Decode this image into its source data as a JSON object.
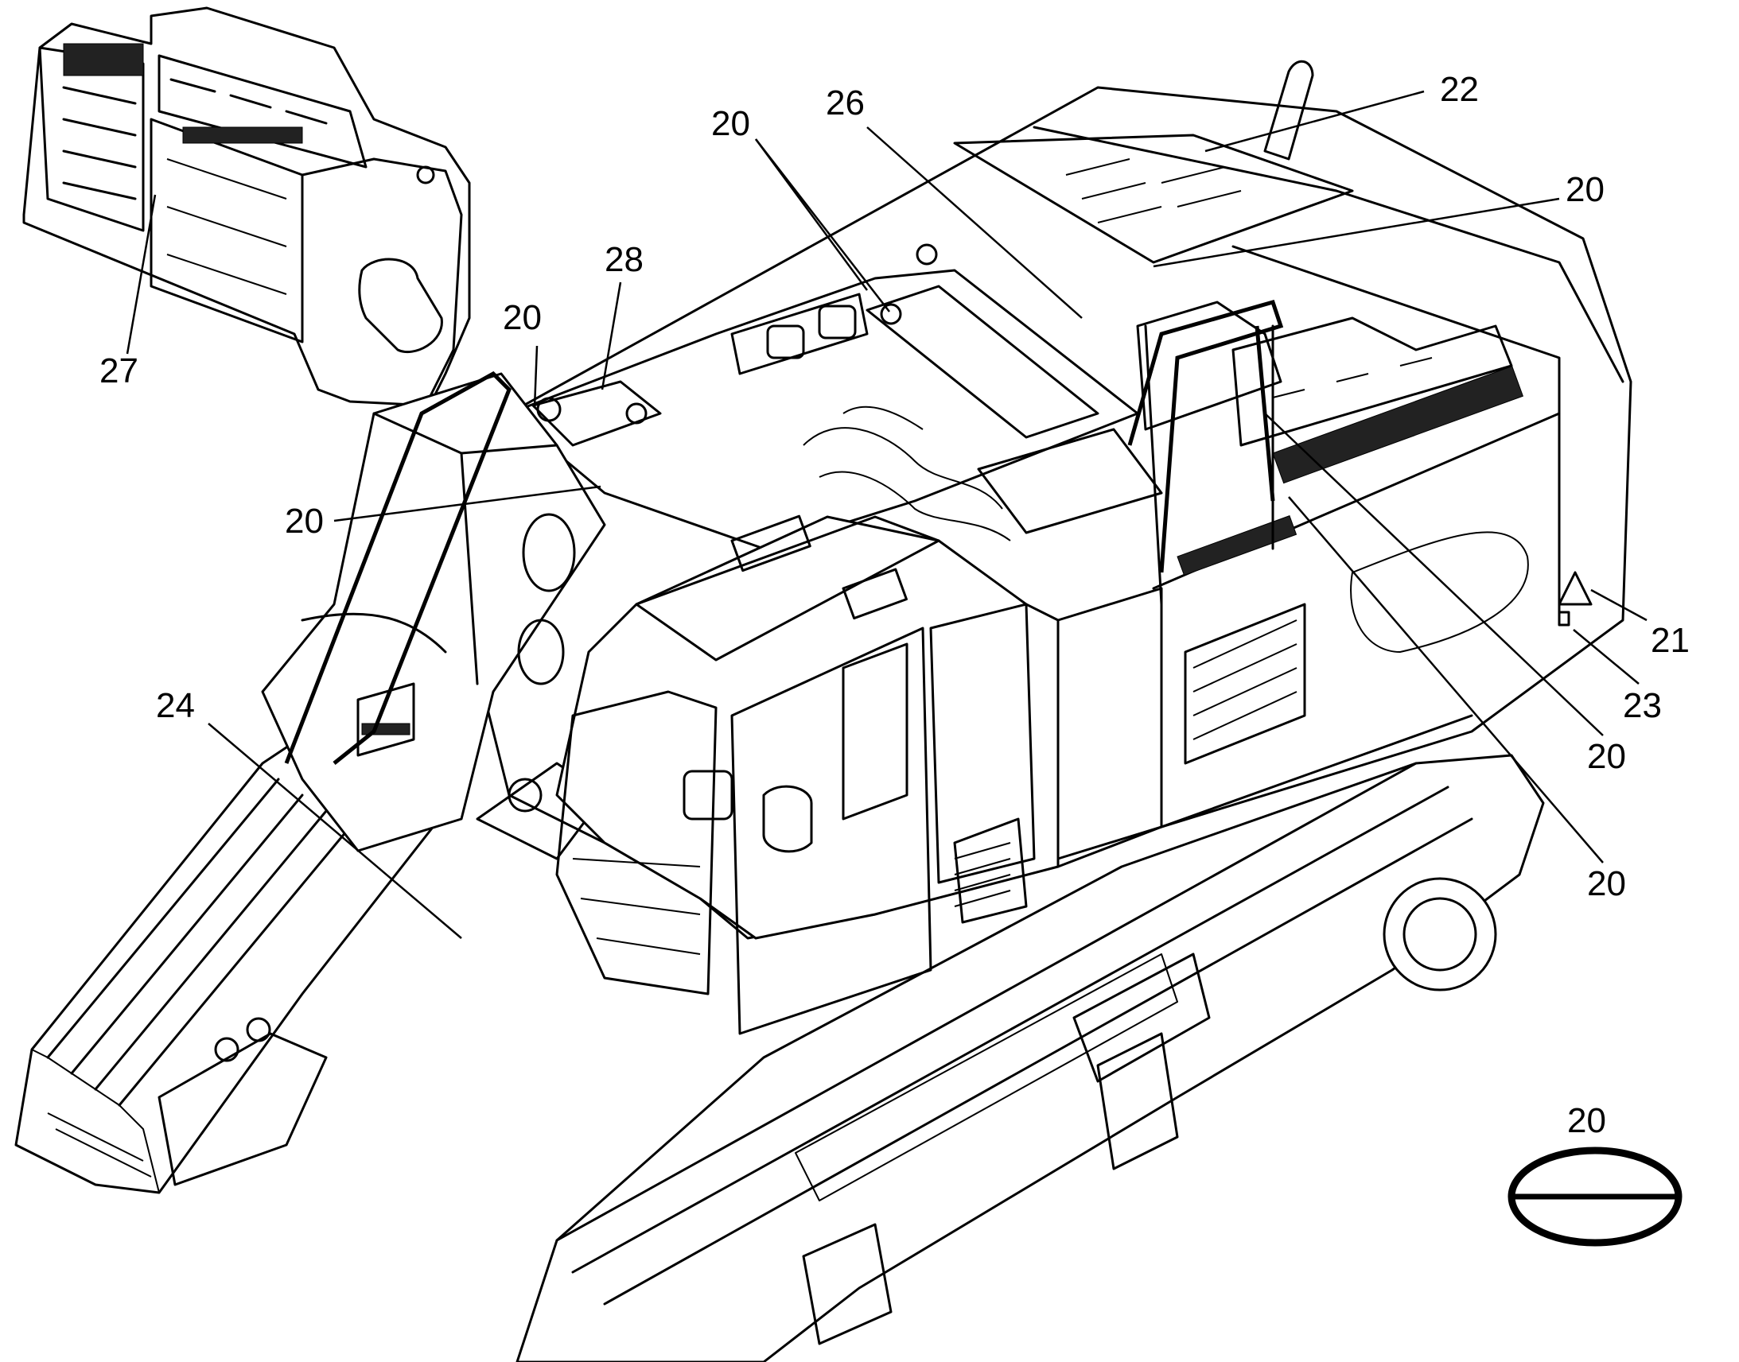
{
  "callouts": [
    {
      "label": "20"
    },
    {
      "label": "26"
    },
    {
      "label": "22"
    },
    {
      "label": "20"
    },
    {
      "label": "28"
    },
    {
      "label": "20"
    },
    {
      "label": "27"
    },
    {
      "label": "20"
    },
    {
      "label": "24"
    },
    {
      "label": "21"
    },
    {
      "label": "23"
    },
    {
      "label": "20"
    },
    {
      "label": "20"
    },
    {
      "label": "20"
    }
  ],
  "legend": {
    "label": "20",
    "symbol": "circle-with-horizontal-bar-icon"
  }
}
